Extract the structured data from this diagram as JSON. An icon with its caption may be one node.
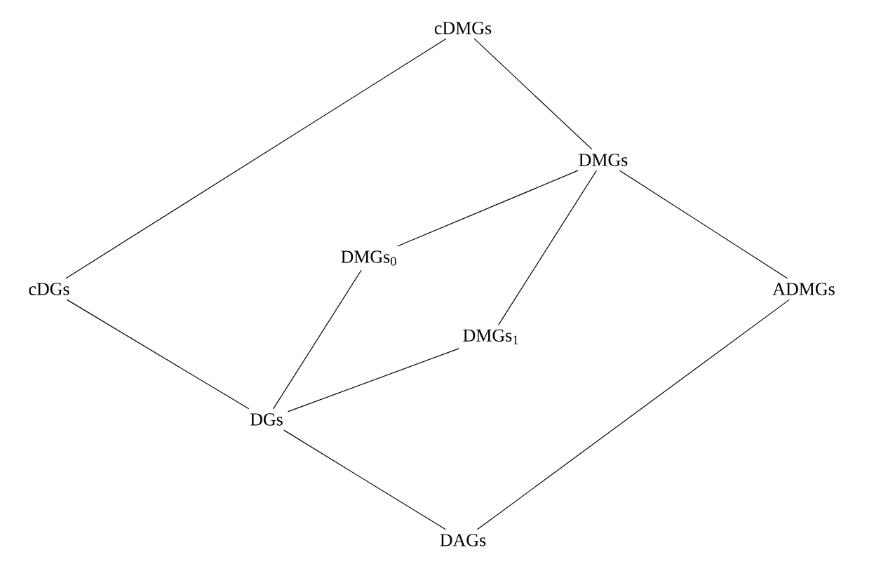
{
  "diagram": {
    "nodes": [
      {
        "text": [
          "cDMGs"
        ]
      },
      {
        "text": [
          "DMGs"
        ]
      },
      {
        "text": [
          "DMGs$_{0}$"
        ]
      },
      {
        "text": [
          "cDGs"
        ]
      },
      {
        "text": [
          "DMGs$_{1}$"
        ]
      },
      {
        "text": [
          "ADMGs"
        ]
      },
      {
        "text": [
          "DGs"
        ]
      },
      {
        "text": [
          "DAGs"
        ]
      }
    ],
    "edges": [
      {
        "from": 0,
        "to": 1,
        "arrow": "none"
      },
      {
        "from": 0,
        "to": 3,
        "arrow": "none"
      },
      {
        "from": 1,
        "to": 2,
        "arrow": "none"
      },
      {
        "from": 1,
        "to": 4,
        "arrow": "none"
      },
      {
        "from": 1,
        "to": 5,
        "arrow": "none"
      },
      {
        "from": 2,
        "to": 6,
        "arrow": "none"
      },
      {
        "from": 3,
        "to": 6,
        "arrow": "none"
      },
      {
        "from": 4,
        "to": 6,
        "arrow": "none"
      },
      {
        "from": 6,
        "to": 7,
        "arrow": "none"
      },
      {
        "from": 5,
        "to": 7,
        "arrow": "none"
      }
    ]
  }
}
